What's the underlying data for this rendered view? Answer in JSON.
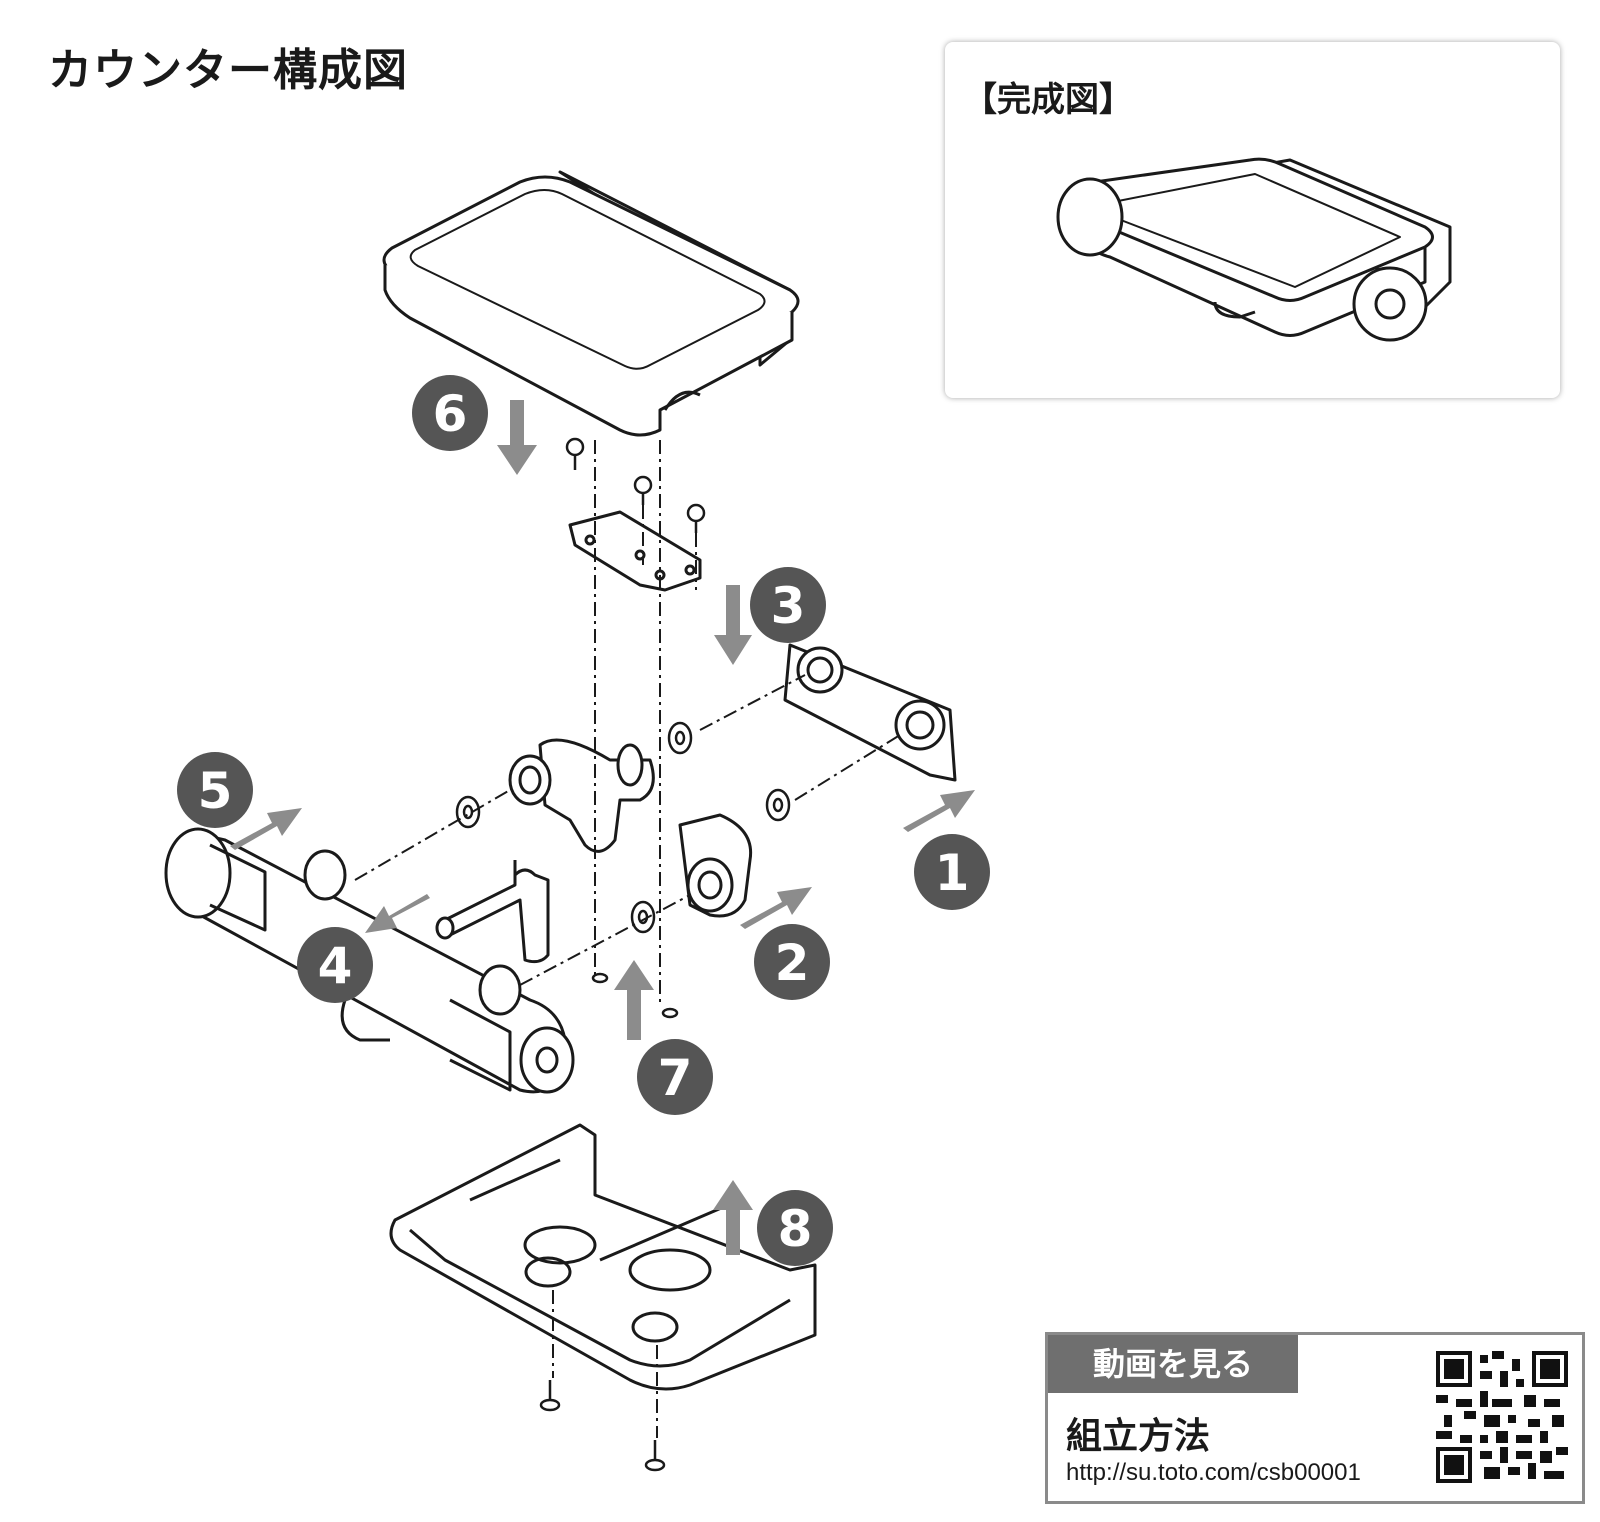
{
  "page_title": "カウンター構成図",
  "inset": {
    "title": "【完成図】"
  },
  "steps": [
    "1",
    "2",
    "3",
    "4",
    "5",
    "6",
    "7",
    "8"
  ],
  "qr": {
    "header": "動画を見る",
    "subtitle": "組立方法",
    "url": "http://su.toto.com/csb00001"
  },
  "colors": {
    "badge": "#555555",
    "arrow": "#8c8c8c",
    "line": "#1a1a1a",
    "qr_header": "#6f6f6f"
  }
}
